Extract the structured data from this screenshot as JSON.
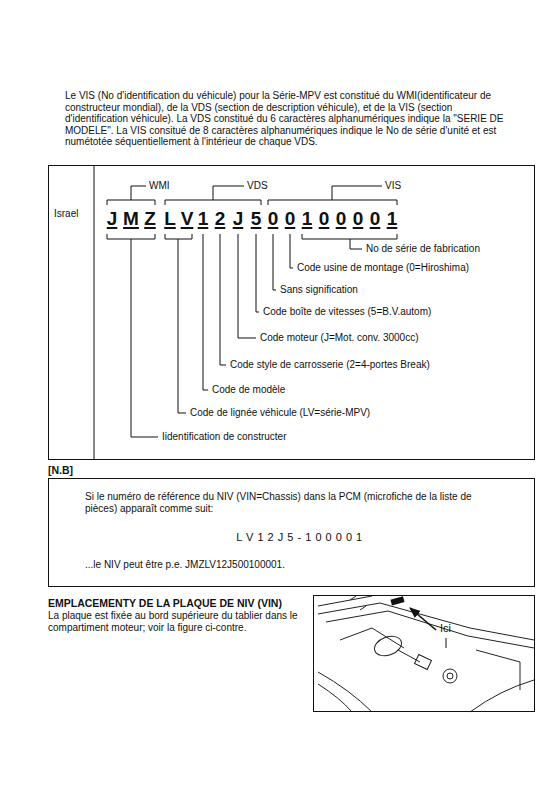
{
  "diagram": {
    "nodes": [
      {
        "text": [
          "Israel"
        ]
      },
      {
        "text": [
          "Si le numéro de référence du NIV (VIN=Chassis) dans la PCM (microfiche de la liste de pièces) apparaît comme suit:",
          "L V 1 2 J 5 - 1 0 0 0 0 1",
          "...le NIV peut être p.e. JMZLV12J500100001."
        ]
      },
      {
        "text": [
          "Ici"
        ]
      }
    ],
    "labels": [
      "Le VIS (No d'identification du véhicule) pour la Série-MPV est constitué du WMI(identificateur de constructeur mondial), de la VDS (section de description véhicule), et de la VIS (section d'identification véhicule). La VDS constitué du 6 caractères alphanumériques indique la \"SERIE DE MODELE\". La VIS consitué de 8 caractères alphanumériques indique le No de série d'unité et est numétotée séquentiellement à l'intérieur de chaque VDS.",
      "WMI",
      "VDS",
      "VIS",
      "J",
      "M",
      "Z",
      "L",
      "V",
      "1",
      "2",
      "J",
      "5",
      "0",
      "0",
      "1",
      "0",
      "0",
      "0",
      "0",
      "1",
      "No de série de fabrication",
      "Code usine de montage (0=Hiroshima)",
      "Sans signification",
      "Code boîte de vitesses (5=B.V.autom)",
      "Code moteur (J=Mot. conv. 3000cc)",
      "Code style de carrosserie (2=4-portes Break)",
      "Code de modèle",
      "Code de lignée véhicule (LV=série-MPV)",
      "Iidentification de constructer",
      "[N.B]",
      "EMPLACEMENTY DE LA PLAQUE DE NIV (VIN)",
      "La plaque est fixée au bord supérieure du tablier dans le compartiment moteur; voir la figure ci-contre."
    ]
  }
}
